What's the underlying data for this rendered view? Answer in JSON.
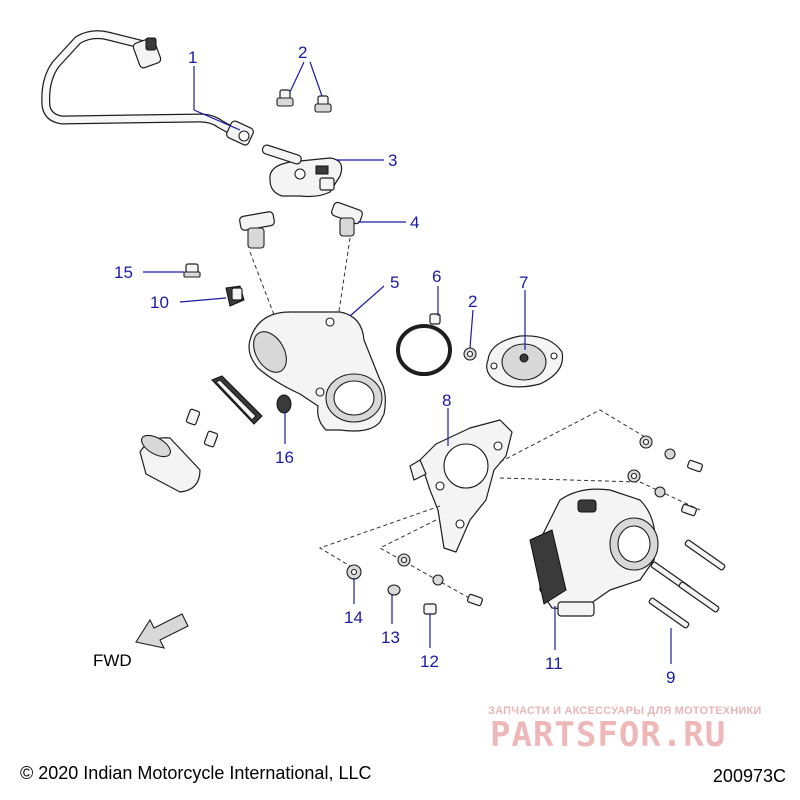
{
  "callouts": [
    {
      "label": "1"
    },
    {
      "label": "2"
    },
    {
      "label": "3"
    },
    {
      "label": "4"
    },
    {
      "label": "15"
    },
    {
      "label": "10"
    },
    {
      "label": "5"
    },
    {
      "label": "6"
    },
    {
      "label": "2"
    },
    {
      "label": "7"
    },
    {
      "label": "8"
    },
    {
      "label": "16"
    },
    {
      "label": "14"
    },
    {
      "label": "13"
    },
    {
      "label": "12"
    },
    {
      "label": "11"
    },
    {
      "label": "9"
    }
  ],
  "fwd_label": "FWD",
  "copyright": "© 2020 Indian Motorcycle International, LLC",
  "drawing_number": "200973C",
  "watermark": {
    "tagline": "ЗАПЧАСТИ И АКСЕССУАРЫ ДЛЯ МОТОТЕХНИКИ",
    "logo": "PARTSFOR.RU"
  },
  "colors": {
    "callout": "#1a1aa6",
    "line": "#1e1e1e",
    "watermark": "#efb8b8"
  }
}
